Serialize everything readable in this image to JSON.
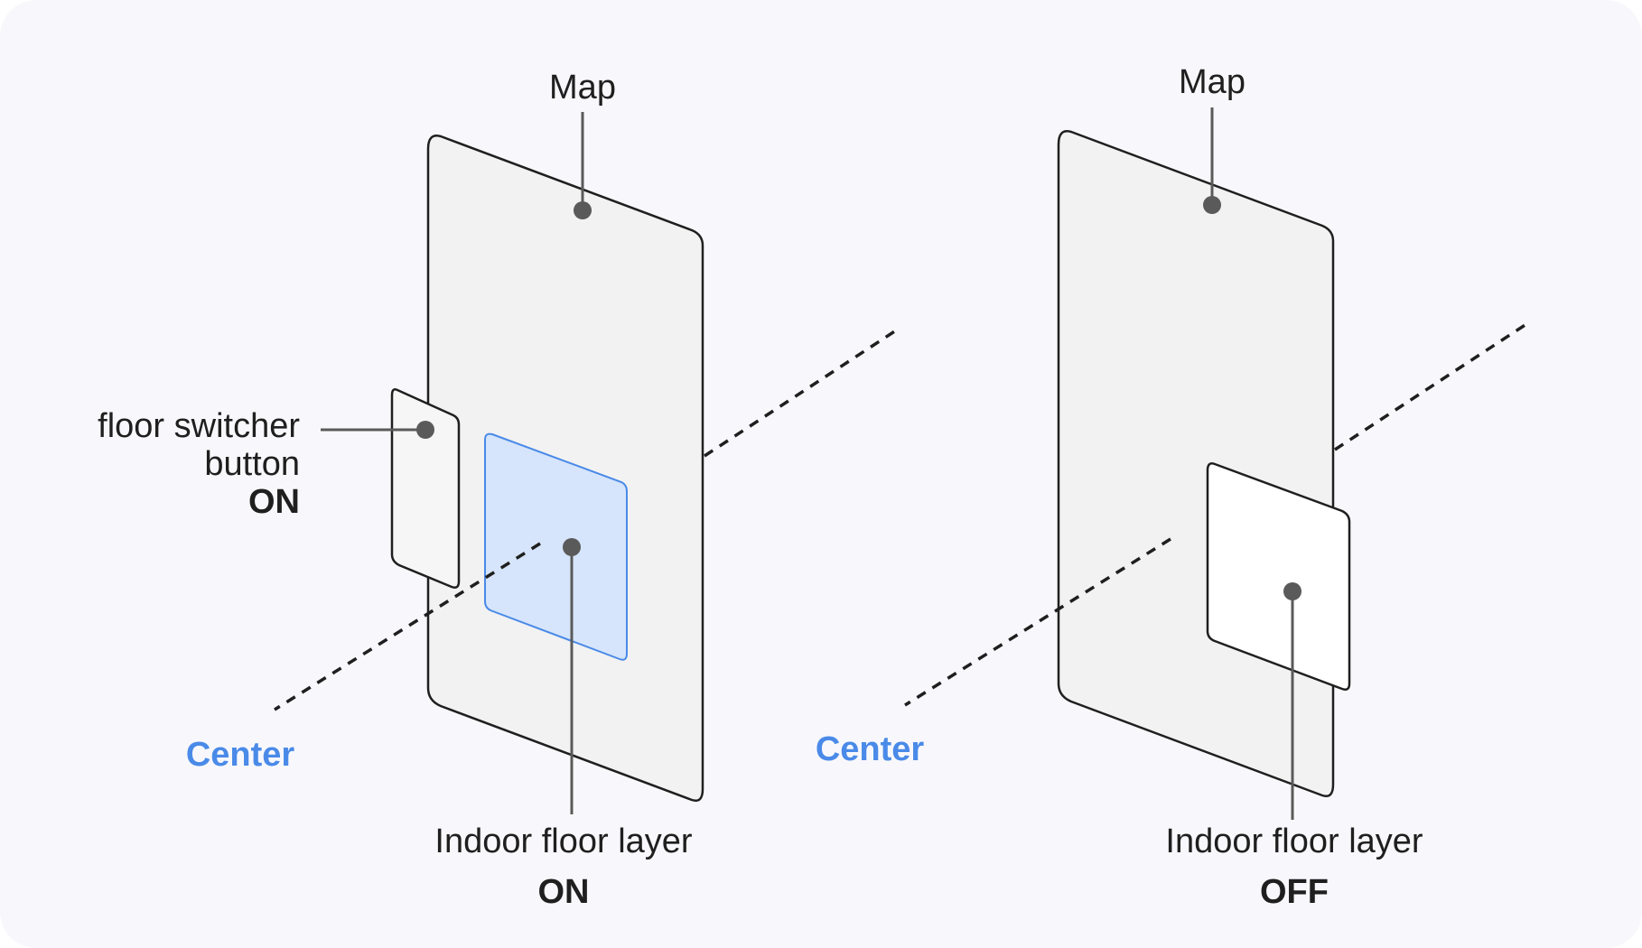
{
  "colors": {
    "background": "#f8f8fc",
    "panel_fill": "#f2f2f2",
    "panel_stroke": "#1f1f1f",
    "indoor_on_fill": "#d6e5fb",
    "indoor_on_stroke": "#4a8ae8",
    "indoor_off_fill": "#ffffff",
    "switcher_fill": "#f6f6f6",
    "leader": "#5a5a5a",
    "center_text": "#4a8ae8",
    "text": "#1f1f1f"
  },
  "left": {
    "map_label": "Map",
    "switcher_label_line1": "floor switcher",
    "switcher_label_line2": "button",
    "switcher_state": "ON",
    "center_label": "Center",
    "indoor_label": "Indoor floor layer",
    "indoor_state": "ON"
  },
  "right": {
    "map_label": "Map",
    "center_label": "Center",
    "indoor_label": "Indoor floor layer",
    "indoor_state": "OFF"
  }
}
